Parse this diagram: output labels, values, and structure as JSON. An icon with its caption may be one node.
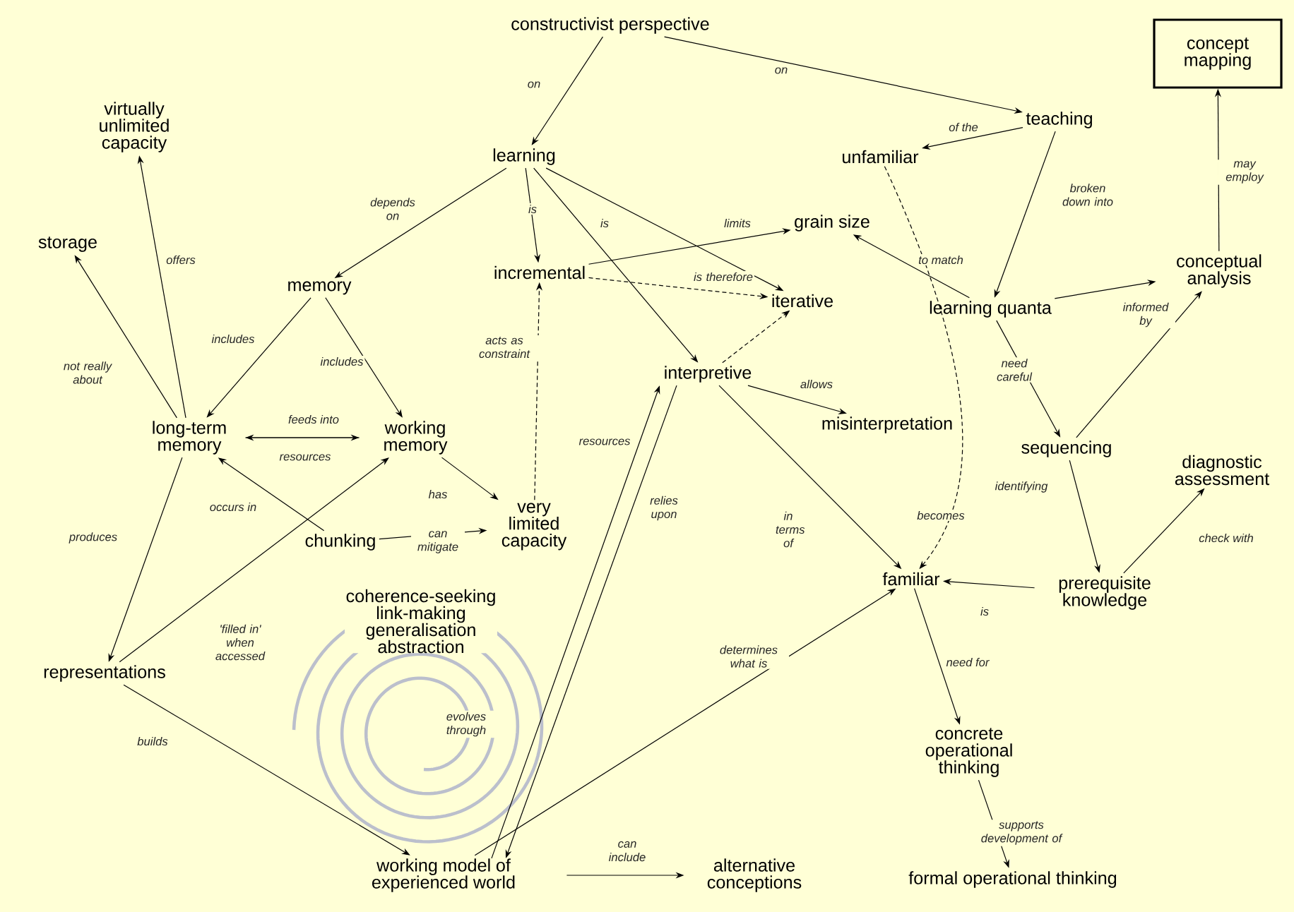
{
  "diagram": {
    "nodes": [
      {
        "text": [
          "constructivist perspective"
        ]
      },
      {
        "text": [
          "concept mapping"
        ]
      },
      {
        "text": [
          "virtually unlimited capacity"
        ]
      },
      {
        "text": [
          "learning"
        ]
      },
      {
        "text": [
          "teaching"
        ]
      },
      {
        "text": [
          "unfamiliar"
        ]
      },
      {
        "text": [
          "storage"
        ]
      },
      {
        "text": [
          "memory"
        ]
      },
      {
        "text": [
          "incremental"
        ]
      },
      {
        "text": [
          "grain size"
        ]
      },
      {
        "text": [
          "iterative"
        ]
      },
      {
        "text": [
          "conceptual analysis"
        ]
      },
      {
        "text": [
          "learning quanta"
        ]
      },
      {
        "text": [
          "interpretive"
        ]
      },
      {
        "text": [
          "misinterpretation"
        ]
      },
      {
        "text": [
          "long-term memory"
        ]
      },
      {
        "text": [
          "working memory"
        ]
      },
      {
        "text": [
          "sequencing"
        ]
      },
      {
        "text": [
          "diagnostic assessment"
        ]
      },
      {
        "text": [
          "chunking"
        ]
      },
      {
        "text": [
          "very limited capacity"
        ]
      },
      {
        "text": [
          "coherence-seeking link-making generalisation abstraction"
        ]
      },
      {
        "text": [
          "representations"
        ]
      },
      {
        "text": [
          "familiar"
        ]
      },
      {
        "text": [
          "prerequisite knowledge"
        ]
      },
      {
        "text": [
          "concrete operational thinking"
        ]
      },
      {
        "text": [
          "working model of experienced world"
        ]
      },
      {
        "text": [
          "alternative conceptions"
        ]
      },
      {
        "text": [
          "formal operational thinking"
        ]
      }
    ],
    "edges": [
      {
        "from": 0,
        "to": 3,
        "arrow": "to",
        "label": "on"
      },
      {
        "from": 0,
        "to": 4,
        "arrow": "to",
        "label": "on"
      },
      {
        "from": 4,
        "to": 5,
        "arrow": "to",
        "label": "of the"
      },
      {
        "from": 3,
        "to": 7,
        "arrow": "to",
        "label": "depends on"
      },
      {
        "from": 3,
        "to": 8,
        "arrow": "to",
        "label": "is"
      },
      {
        "from": 3,
        "to": 13,
        "arrow": "to",
        "label": "is"
      },
      {
        "from": 3,
        "to": 10,
        "arrow": "to"
      },
      {
        "from": 8,
        "to": 9,
        "arrow": "to",
        "label": "limits"
      },
      {
        "from": 8,
        "to": 10,
        "arrow": "to",
        "label": "is therefore",
        "style": "dashed"
      },
      {
        "from": 13,
        "to": 10,
        "arrow": "to",
        "style": "dashed"
      },
      {
        "from": 20,
        "to": 8,
        "arrow": "to",
        "label": "acts as constraint",
        "style": "dashed"
      },
      {
        "from": 4,
        "to": 12,
        "arrow": "to",
        "label": "broken down into"
      },
      {
        "from": 12,
        "to": 9,
        "arrow": "to",
        "label": "to match"
      },
      {
        "from": 12,
        "to": 11,
        "arrow": "to",
        "label": "informed by"
      },
      {
        "from": 11,
        "to": 1,
        "arrow": "to",
        "label": "may employ"
      },
      {
        "from": 12,
        "to": 17,
        "arrow": "to",
        "label": "need careful"
      },
      {
        "from": 17,
        "to": 11,
        "arrow": "to"
      },
      {
        "from": 17,
        "to": 24,
        "arrow": "to",
        "label": "identifying"
      },
      {
        "from": 24,
        "to": 18,
        "arrow": "to",
        "label": "check with"
      },
      {
        "from": 24,
        "to": 23,
        "arrow": "to",
        "label": "is"
      },
      {
        "from": 5,
        "to": 23,
        "arrow": "to",
        "label": "becomes",
        "style": "dashed"
      },
      {
        "from": 13,
        "to": 14,
        "arrow": "to",
        "label": "allows"
      },
      {
        "from": 13,
        "to": 23,
        "arrow": "to",
        "label": "in terms of"
      },
      {
        "from": 13,
        "to": 26,
        "arrow": "to",
        "label": "relies upon"
      },
      {
        "from": 26,
        "to": 13,
        "arrow": "to",
        "label": "resources"
      },
      {
        "from": 26,
        "to": 23,
        "arrow": "to",
        "label": "determines what is"
      },
      {
        "from": 26,
        "to": 27,
        "arrow": "to",
        "label": "can include"
      },
      {
        "from": 23,
        "to": 25,
        "arrow": "to",
        "label": "need for"
      },
      {
        "from": 25,
        "to": 28,
        "arrow": "to",
        "label": "supports development of"
      },
      {
        "from": 7,
        "to": 15,
        "arrow": "to",
        "label": "includes"
      },
      {
        "from": 7,
        "to": 16,
        "arrow": "to",
        "label": "includes"
      },
      {
        "from": 16,
        "to": 15,
        "arrow": "to",
        "label": "feeds into"
      },
      {
        "from": 15,
        "to": 16,
        "arrow": "to",
        "label": "resources"
      },
      {
        "from": 15,
        "to": 6,
        "arrow": "to",
        "label": "not really about"
      },
      {
        "from": 15,
        "to": 2,
        "arrow": "to",
        "label": "offers"
      },
      {
        "from": 15,
        "to": 22,
        "arrow": "to",
        "label": "produces"
      },
      {
        "from": 22,
        "to": 16,
        "arrow": "to",
        "label": "'filled in' when accessed"
      },
      {
        "from": 22,
        "to": 26,
        "arrow": "to",
        "label": "builds"
      },
      {
        "from": 19,
        "to": 15,
        "arrow": "to",
        "label": "occurs in"
      },
      {
        "from": 19,
        "to": 20,
        "arrow": "to",
        "label": "can mitigate"
      },
      {
        "from": 16,
        "to": 20,
        "arrow": "to",
        "label": "has"
      }
    ],
    "labels": [
      "evolves through"
    ]
  }
}
